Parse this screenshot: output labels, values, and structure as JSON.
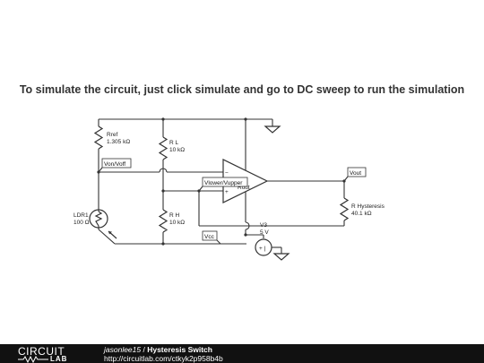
{
  "instruction": "To simulate the circuit, just click simulate and go to DC sweep to run the simulation",
  "components": {
    "rref": {
      "name": "Rref",
      "value": "1.305 kΩ"
    },
    "rl": {
      "name": "R L",
      "value": "10 kΩ"
    },
    "rh": {
      "name": "R H",
      "value": "10 kΩ"
    },
    "ldr": {
      "name": "LDR1",
      "value": "100 Ω"
    },
    "rhyst": {
      "name": "R Hysteresis",
      "value": "40.1 kΩ"
    },
    "v3": {
      "name": "V3",
      "value": "5 V"
    },
    "opamp_minus": "−",
    "opamp_plus": "+",
    "opamp_label": "Rout"
  },
  "tags": {
    "von": "Von/Voff",
    "vlower": "Vlower/Vupper",
    "vout": "Vout",
    "vcc": "Vcc"
  },
  "footer": {
    "logo_top": "CIRCUIT",
    "logo_bottom": "LAB",
    "author": "jasonlee15",
    "separator": " / ",
    "title": "Hysteresis Switch",
    "url": "http://circuitlab.com/ctkyk2p958b4b"
  }
}
